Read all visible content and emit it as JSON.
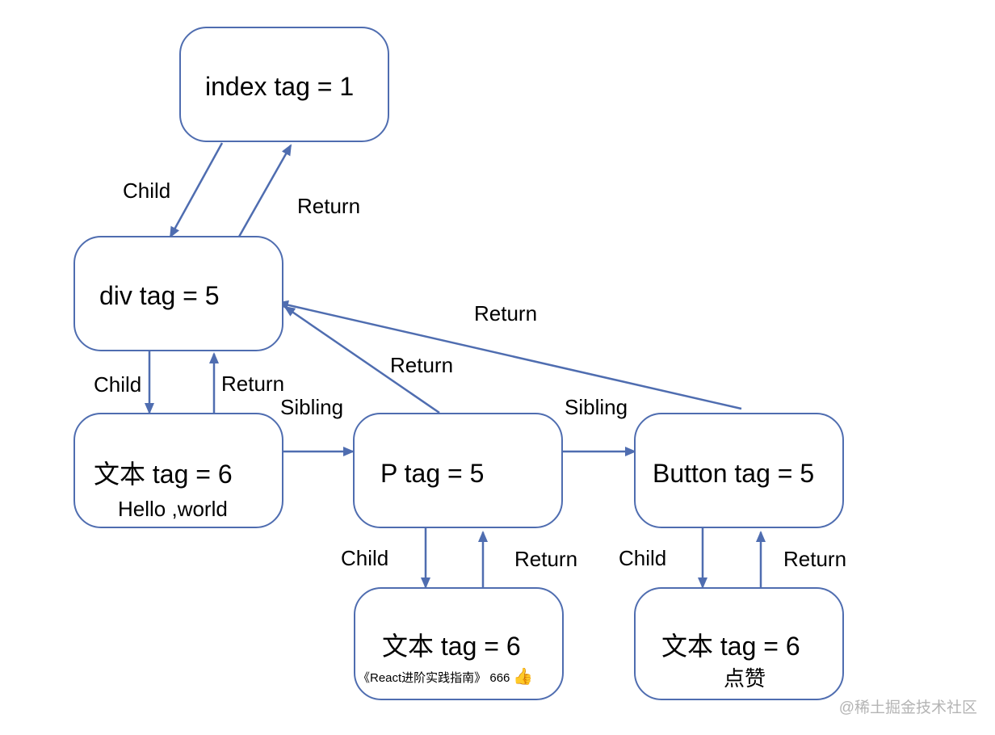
{
  "nodes": {
    "index": {
      "title": "index tag = 1"
    },
    "div": {
      "title": "div tag = 5"
    },
    "text1": {
      "title": "文本  tag = 6",
      "content": "Hello ,world"
    },
    "p": {
      "title": "P tag = 5"
    },
    "button": {
      "title": "Button tag = 5"
    },
    "text2": {
      "title": "文本 tag = 6",
      "content": "《React进阶实践指南》 666",
      "emoji": "👍"
    },
    "text3": {
      "title": "文本 tag = 6",
      "content": "点赞"
    }
  },
  "edges": {
    "index_div_child": "Child",
    "div_index_return": "Return",
    "div_text1_child": "Child",
    "text1_div_return": "Return",
    "text1_p_sibling": "Sibling",
    "p_div_return": "Return",
    "p_button_sibling": "Sibling",
    "button_div_return": "Return",
    "p_text2_child": "Child",
    "text2_p_return": "Return",
    "button_text3_child": "Child",
    "text3_button_return": "Return"
  },
  "watermark": "@稀土掘金技术社区",
  "colors": {
    "stroke": "#4f6db0",
    "text": "#000000",
    "watermark": "#b4b4b4"
  }
}
